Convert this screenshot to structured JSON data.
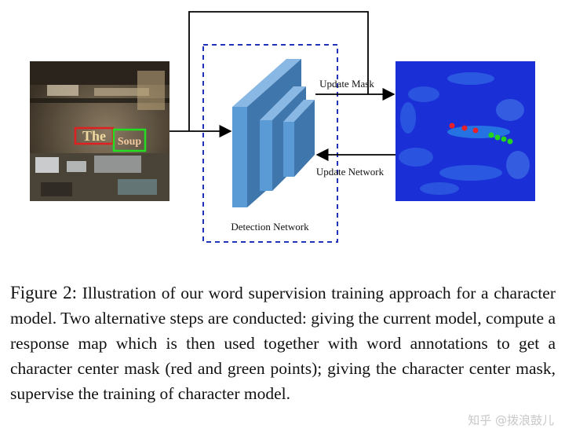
{
  "figure": {
    "arrow_update_mask": "Update Mask",
    "arrow_update_network": "Update Network",
    "box_label": "Detection Network",
    "scene_text_1": "The",
    "scene_text_2": "Soup"
  },
  "caption": {
    "fig_label": "Figure 2:",
    "text": "Illustration of our word supervision training approach for a character model. Two alternative steps are conducted: giving the current model, compute a response map which is then used together with word annotations to get a character center mask (red and green points); giving the character center mask, supervise the training of character model."
  },
  "watermark": "知乎 @拨浪鼓儿",
  "colors": {
    "dashed_box": "#2233bb",
    "network_front": "#5b9bd5",
    "network_side": "#3f77ad",
    "network_top": "#8ab8e4",
    "heatmap_bg": "#1a2fd6",
    "word_box_the": "#e02020",
    "word_box_soup": "#22dd22",
    "point_red": "#e8202a",
    "point_green": "#22d41e"
  }
}
